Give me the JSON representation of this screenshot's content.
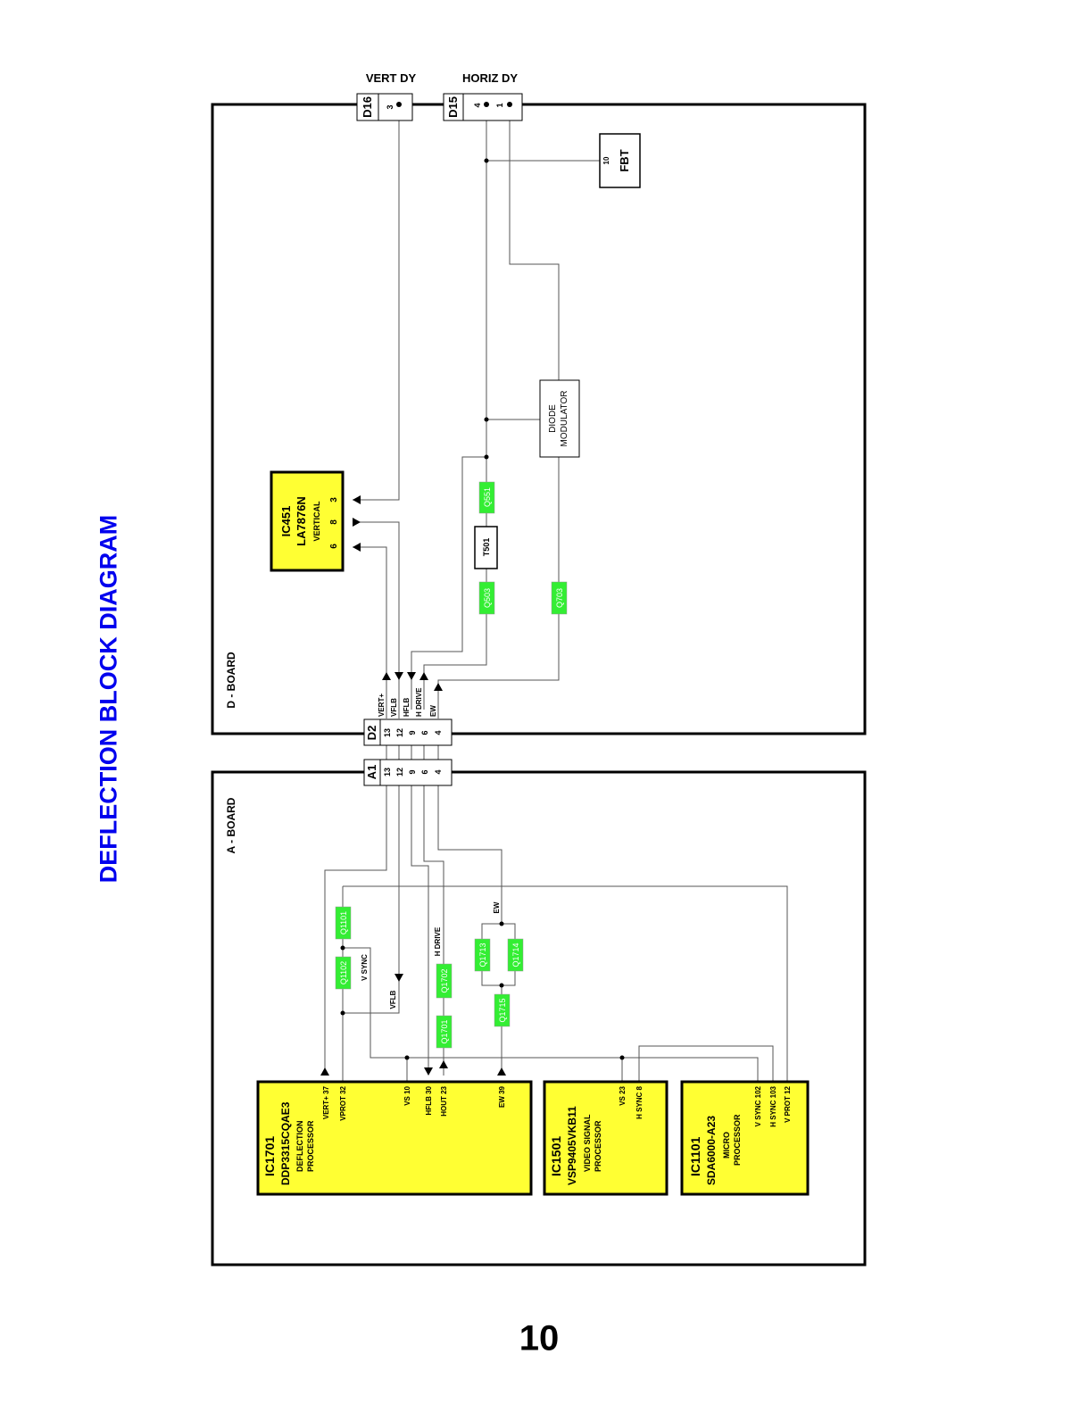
{
  "title": "DEFLECTION BLOCK DIAGRAM",
  "page_number": "10",
  "colors": {
    "title": "#0000ee",
    "ic_fill": "#ffff33",
    "transistor_fill": "#33ee33",
    "transistor_text": "#ffffff",
    "line": "#555555"
  },
  "boards": {
    "d_board": "D - BOARD",
    "a_board": "A - BOARD"
  },
  "top_connectors": {
    "vert_dy": {
      "label": "VERT DY",
      "ref": "D16",
      "pins": [
        "3"
      ]
    },
    "horiz_dy": {
      "label": "HORIZ DY",
      "ref": "D15",
      "pins": [
        "4",
        "1"
      ]
    }
  },
  "fbt": {
    "label": "FBT",
    "pin": "10"
  },
  "diode_modulator": {
    "line1": "DIODE",
    "line2": "MODULATOR"
  },
  "ic451": {
    "ref": "IC451",
    "part": "LA7876N",
    "func": "VERTICAL",
    "pins": [
      "3",
      "8",
      "6"
    ]
  },
  "transistors": {
    "q551": "Q551",
    "t501": "T501",
    "q503": "Q503",
    "q703": "Q703",
    "q1101": "Q1101",
    "q1102": "Q1102",
    "q1702": "Q1702",
    "q1701": "Q1701",
    "q1713": "Q1713",
    "q1714": "Q1714",
    "q1715": "Q1715"
  },
  "d2": {
    "ref": "D2",
    "pins": [
      "13",
      "12",
      "9",
      "6",
      "4"
    ],
    "signals": [
      "VERT+",
      "VFLB",
      "HFLB",
      "H DRIVE",
      "EW"
    ]
  },
  "a1": {
    "ref": "A1",
    "pins": [
      "13",
      "12",
      "9",
      "6",
      "4"
    ]
  },
  "a_board_labels": {
    "v_sync": "V SYNC",
    "vflb": "VFLB",
    "h_drive": "H DRIVE",
    "ew": "EW"
  },
  "ic1701": {
    "ref": "IC1701",
    "part": "DDP3315CQAE3",
    "func1": "DEFLECTION",
    "func2": "PROCESSOR",
    "pins": [
      "VERT+ 37",
      "VPROT 32",
      "VS 10",
      "HFLB 30",
      "HOUT 23",
      "EW 39"
    ]
  },
  "ic1501": {
    "ref": "IC1501",
    "part": "VSP9405VKB11",
    "func1": "VIDEO SIGNAL",
    "func2": "PROCESSOR",
    "pins": [
      "VS 23",
      "H SYNC 8"
    ]
  },
  "ic1101": {
    "ref": "IC1101",
    "part": "SDA6000-A23",
    "func1": "MICRO",
    "func2": "PROCESSOR",
    "pins": [
      "V SYNC 102",
      "H SYNC 103",
      "V PROT 12"
    ]
  }
}
